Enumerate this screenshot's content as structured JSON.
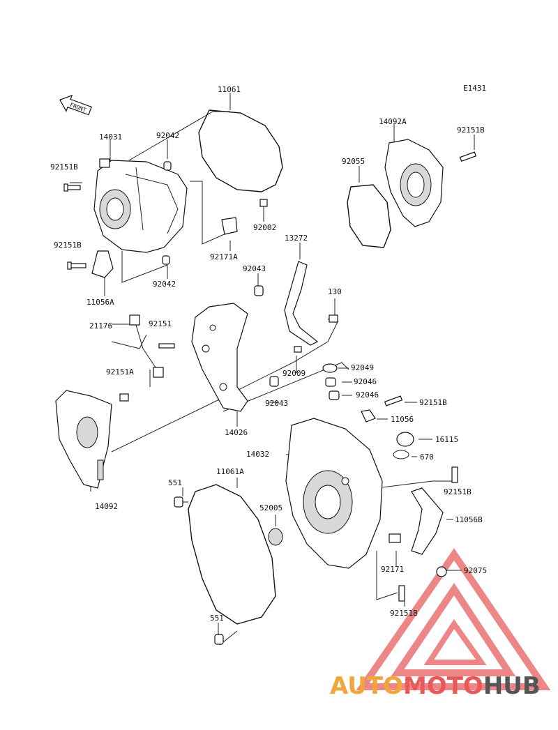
{
  "diagram": {
    "code": "E1431",
    "front_label": "FRONT",
    "parts": [
      {
        "id": "p_11061",
        "label": "11061"
      },
      {
        "id": "p_14031",
        "label": "14031"
      },
      {
        "id": "p_92042a",
        "label": "92042"
      },
      {
        "id": "p_92151b_a",
        "label": "92151B"
      },
      {
        "id": "p_92151b_b",
        "label": "92151B"
      },
      {
        "id": "p_11056a",
        "label": "11056A"
      },
      {
        "id": "p_92042b",
        "label": "92042"
      },
      {
        "id": "p_92171a",
        "label": "92171A"
      },
      {
        "id": "p_92002",
        "label": "92002"
      },
      {
        "id": "p_14092a",
        "label": "14092A"
      },
      {
        "id": "p_92151b_c",
        "label": "92151B"
      },
      {
        "id": "p_92055",
        "label": "92055"
      },
      {
        "id": "p_13272",
        "label": "13272"
      },
      {
        "id": "p_92043a",
        "label": "92043"
      },
      {
        "id": "p_130",
        "label": "130"
      },
      {
        "id": "p_21176",
        "label": "21176"
      },
      {
        "id": "p_92151",
        "label": "92151"
      },
      {
        "id": "p_92009",
        "label": "92009"
      },
      {
        "id": "p_92151a",
        "label": "92151A"
      },
      {
        "id": "p_92049",
        "label": "92049"
      },
      {
        "id": "p_92046a",
        "label": "92046"
      },
      {
        "id": "p_92046b",
        "label": "92046"
      },
      {
        "id": "p_92043b",
        "label": "92043"
      },
      {
        "id": "p_92151b_d",
        "label": "92151B"
      },
      {
        "id": "p_11056",
        "label": "11056"
      },
      {
        "id": "p_14026",
        "label": "14026"
      },
      {
        "id": "p_14032",
        "label": "14032"
      },
      {
        "id": "p_16115",
        "label": "16115"
      },
      {
        "id": "p_670",
        "label": "670"
      },
      {
        "id": "p_11061a",
        "label": "11061A"
      },
      {
        "id": "p_551a",
        "label": "551"
      },
      {
        "id": "p_92151b_e",
        "label": "92151B"
      },
      {
        "id": "p_14092",
        "label": "14092"
      },
      {
        "id": "p_52005",
        "label": "52005"
      },
      {
        "id": "p_11056b",
        "label": "11056B"
      },
      {
        "id": "p_92171",
        "label": "92171"
      },
      {
        "id": "p_92075",
        "label": "92075"
      },
      {
        "id": "p_92151b_f",
        "label": "92151B"
      },
      {
        "id": "p_551b",
        "label": "551"
      }
    ]
  },
  "watermark": {
    "text_part1": "AUTO",
    "text_part2": "MOTO",
    "text_part3": "HUB",
    "color1": "#f0a63a",
    "color2": "#e85a5a",
    "color3": "#555555"
  }
}
